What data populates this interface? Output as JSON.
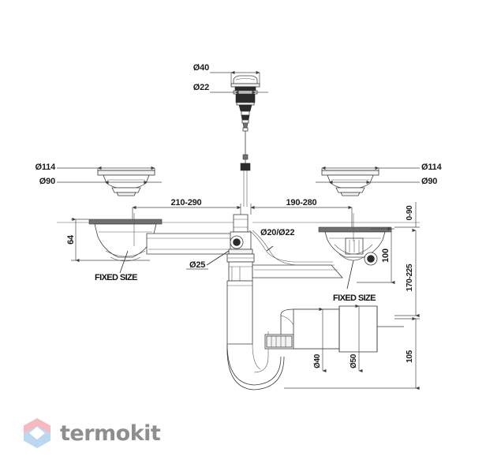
{
  "document": {
    "title": "Sink waste and trap assembly technical drawing",
    "background_color": "#ffffff",
    "line_color": "#3c3c3c"
  },
  "dimensions": {
    "overflow_cap_outer": "Ø40",
    "overflow_cap_inner": "Ø22",
    "strainer_flange_left": "Ø114",
    "strainer_body_left": "Ø90",
    "strainer_flange_right": "Ø114",
    "strainer_body_right": "Ø90",
    "span_left": "210-290",
    "span_right": "190-280",
    "bowl_depth_left": "64",
    "overflow_hose": "Ø20/Ø22",
    "waste_pipe": "Ø25",
    "drop_top": "0-90",
    "drop_mid": "100",
    "drop_total": "170-225",
    "outlet_height": "105",
    "trap_outlet": "Ø40",
    "waste_outlet": "Ø50"
  },
  "callouts": {
    "fixed_size_left": "FIXED SIZE",
    "fixed_size_right": "FIXED SIZE"
  },
  "footer": {
    "brand": "termokit",
    "logo_icon": "hexagon-logo-icon",
    "logo_color_top": "#f7b9c0",
    "logo_color_bottom": "#bcd8f0",
    "brand_text_color": "#8e8e8e"
  }
}
